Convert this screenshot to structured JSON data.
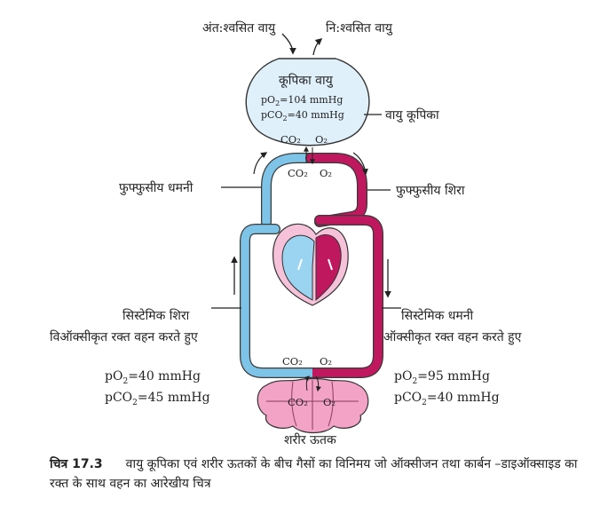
{
  "labels": {
    "inhaled": "अंत:श्वसित वायु",
    "exhaled": "नि:श्वसित वायु",
    "alveolar_air": "कूपिका वायु",
    "alv_po2_a": "pO",
    "alv_po2_b": "=104  mmHg",
    "alv_pco2_a": "pCO",
    "alv_pco2_b": "=40  mmHg",
    "alveolus": "वायु कूपिका",
    "pulm_artery": "फुफ्फुसीय धमनी",
    "pulm_vein": "फुफ्फुसीय शिरा",
    "sys_vein_1": "सिस्टेमिक  शिरा",
    "sys_vein_2": "विऑक्सीकृत रक्त वहन करते हुए",
    "sys_artery_1": "सिस्टेमिक  धमनी",
    "sys_artery_2": "ऑक्सीकृत रक्त वहन करते हुए",
    "left_po2_a": "pO",
    "left_po2_b": "=40 mmHg",
    "left_pco2_a": "pCO",
    "left_pco2_b": "=45  mmHg",
    "right_po2_a": "pO",
    "right_po2_b": "=95 mmHg",
    "right_pco2_a": "pCO",
    "right_pco2_b": "=40  mmHg",
    "tissue": "शरीर ऊतक",
    "co2": "CO₂",
    "o2": "O₂",
    "sub2": "2"
  },
  "caption": {
    "number": "चित्र 17.3",
    "text": "वायु कूपिका एवं शरीर ऊतकों के बीच गैसों का विनिमय जो ऑक्सीजन तथा कार्बन –डाइऑक्साइड का रक्त के साथ वहन का आरेखीय चित्र"
  },
  "colors": {
    "deoxy": "#7ec4e8",
    "oxy": "#c0185f",
    "alveolus_fill": "#dff0fb",
    "tissue_fill": "#f3a3c6",
    "heart_light": "#f6c2d9",
    "heart_blue": "#9ad4f1"
  }
}
